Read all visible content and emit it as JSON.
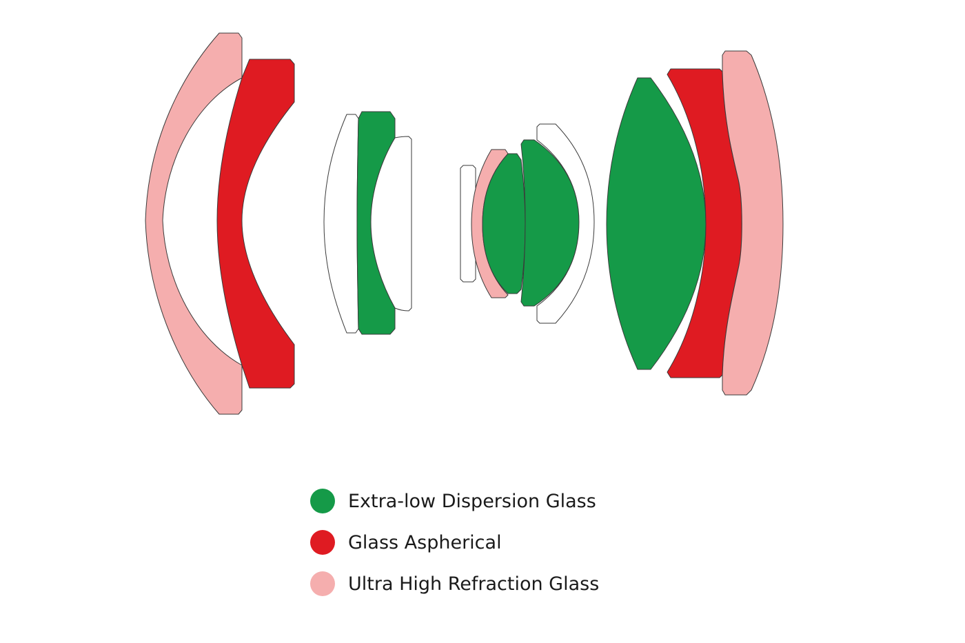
{
  "colors": {
    "extra_low_dispersion": "#159a48",
    "aspherical": "#df1b22",
    "ultra_high_refraction": "#f5aeae",
    "standard": "#ffffff",
    "outline": "#3a3a3a"
  },
  "lens_elements": [
    {
      "type": "ultra_high_refraction"
    },
    {
      "type": "aspherical"
    },
    {
      "type": "standard"
    },
    {
      "type": "extra_low_dispersion"
    },
    {
      "type": "standard"
    },
    {
      "type": "standard"
    },
    {
      "type": "ultra_high_refraction"
    },
    {
      "type": "extra_low_dispersion"
    },
    {
      "type": "extra_low_dispersion"
    },
    {
      "type": "standard"
    },
    {
      "type": "extra_low_dispersion"
    },
    {
      "type": "aspherical"
    },
    {
      "type": "ultra_high_refraction"
    }
  ],
  "legend": {
    "items": [
      {
        "label": "Extra-low Dispersion Glass",
        "color": "#159a48"
      },
      {
        "label": "Glass Aspherical",
        "color": "#df1b22"
      },
      {
        "label": "Ultra High Refraction Glass",
        "color": "#f5aeae"
      }
    ]
  }
}
